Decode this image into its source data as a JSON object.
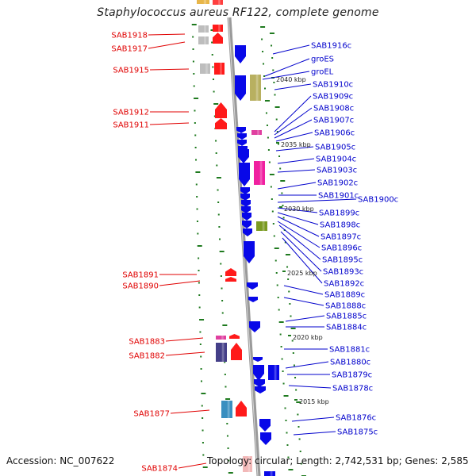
{
  "title": "Staphylococcus aureus RF122, complete genome",
  "accession": "Accession: NC_007622",
  "topology": "Topology: circular; Length: 2,742,531 bp; Genes: 2,585",
  "colors": {
    "left_label": "#e00000",
    "right_label": "#0000cc",
    "tick": "#1f7a1f",
    "axis": "#9a9a9a"
  },
  "left_labels": [
    "SAB1918",
    "SAB1917",
    "SAB1915",
    "SAB1912",
    "SAB1911",
    "SAB1891",
    "SAB1890",
    "SAB1883",
    "SAB1882",
    "SAB1877",
    "SAB1874"
  ],
  "right_labels": [
    "SAB1916c",
    "groES",
    "groEL",
    "SAB1910c",
    "SAB1909c",
    "SAB1908c",
    "SAB1907c",
    "SAB1906c",
    "SAB1905c",
    "SAB1904c",
    "SAB1903c",
    "SAB1902c",
    "SAB1901c",
    "SAB1900c",
    "SAB1899c",
    "SAB1898c",
    "SAB1897c",
    "SAB1896c",
    "SAB1895c",
    "SAB1893c",
    "SAB1892c",
    "SAB1889c",
    "SAB1888c",
    "SAB1885c",
    "SAB1884c",
    "SAB1881c",
    "SAB1880c",
    "SAB1879c",
    "SAB1878c",
    "SAB1876c",
    "SAB1875c"
  ],
  "position_labels": [
    "2040 kbp",
    "2035 kbp",
    "2030 kbp",
    "2025 kbp",
    "2020 kbp",
    "2015 kbp"
  ]
}
